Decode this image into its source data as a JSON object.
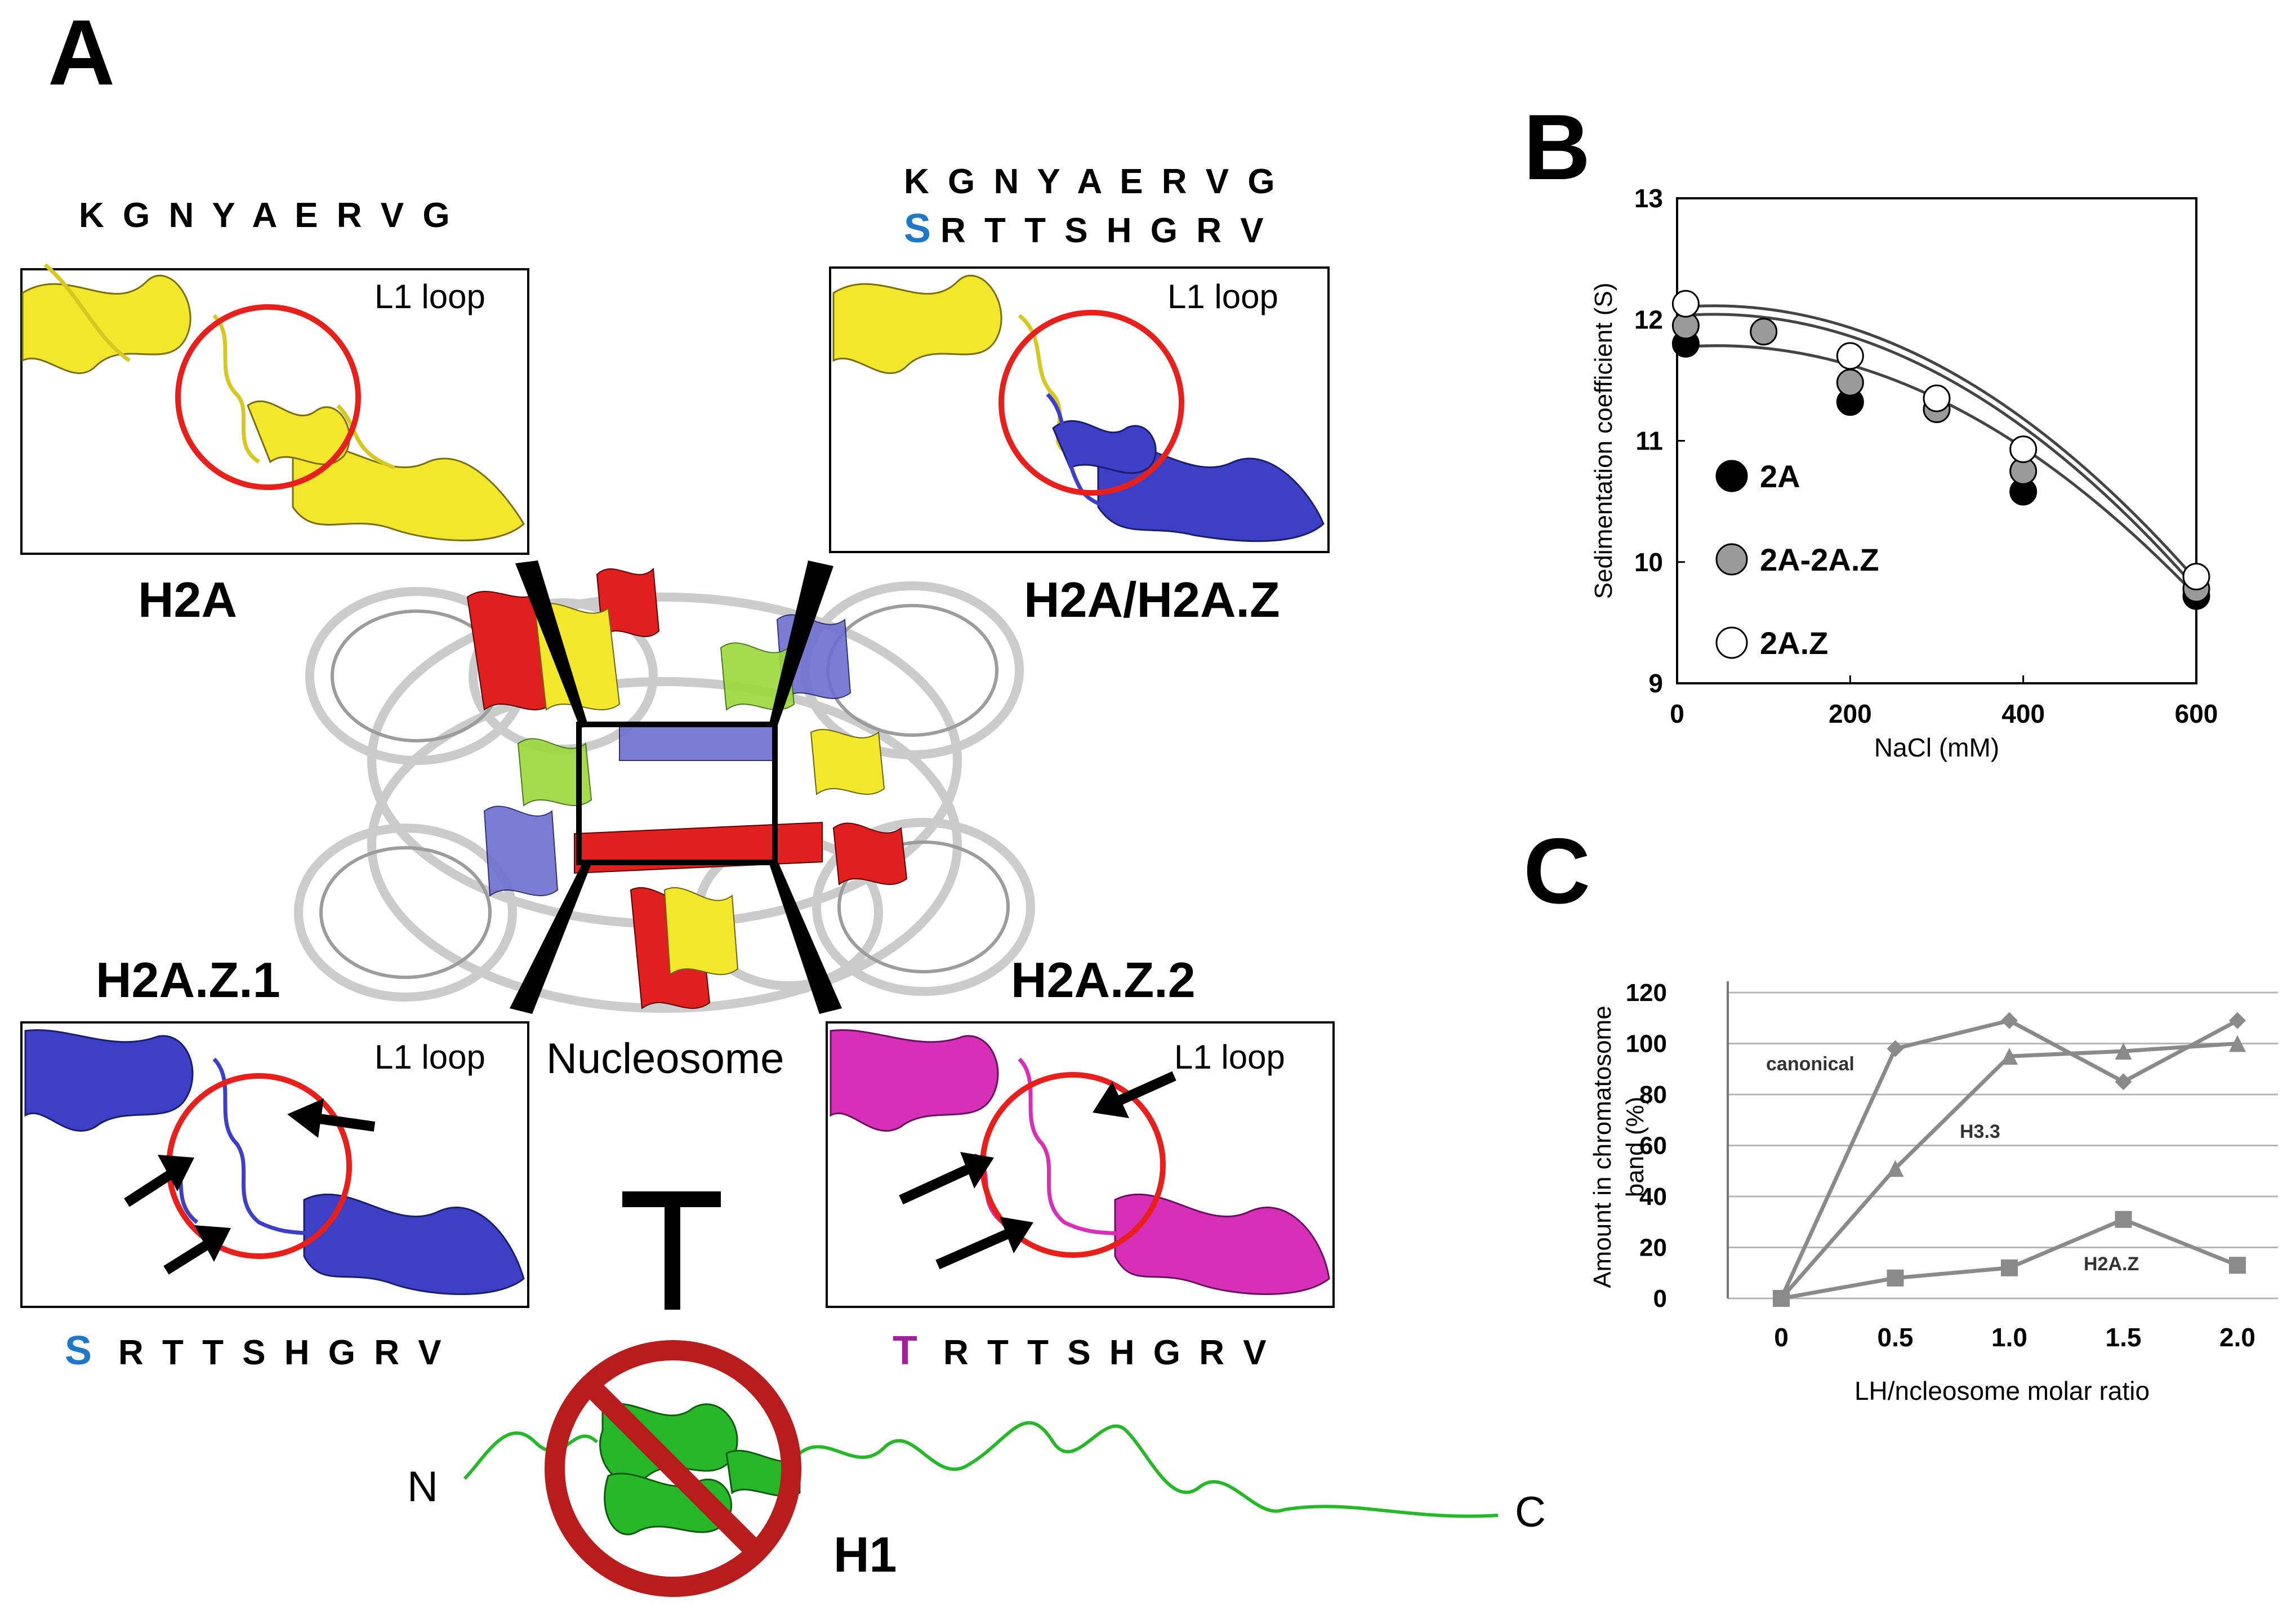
{
  "panel_a": {
    "letter": "A",
    "top_left": {
      "sequence": "K G N Y A E R V G",
      "loop_label": "L1 loop",
      "name": "H2A"
    },
    "top_right": {
      "sequence_1": "K G N Y A E R V G",
      "seq2_first": "S",
      "seq2_rest": "R T T S H G R V",
      "loop_label": "L1 loop",
      "name": "H2A/H2A.Z"
    },
    "bottom_left": {
      "name": "H2A.Z.1",
      "loop_label": "L1 loop",
      "seq_first": "S",
      "seq_rest": "R T T S H G R V"
    },
    "bottom_right": {
      "name": "H2A.Z.2",
      "loop_label": "L1 loop",
      "seq_first": "T",
      "seq_rest": "R T T S H G R V"
    },
    "center_label": "Nucleosome",
    "h1": {
      "name": "H1",
      "n_label": "N",
      "c_label": "C"
    },
    "colors": {
      "h2a": "#f2e72a",
      "h2az1": "#3d3fc6",
      "h2az2": "#d82fb8",
      "h1": "#27b82a",
      "circle": "#e8201b",
      "no_sign": "#b81c1c",
      "seq_s": "#1f77c8",
      "seq_t": "#a0209c"
    }
  },
  "panel_b": {
    "letter": "B"
  },
  "panel_c": {
    "letter": "C"
  },
  "chart_data": [
    {
      "type": "scatter",
      "panel": "B",
      "xlabel": "NaCl (mM)",
      "ylabel": "Sedimentation coefficient (S)",
      "xlim": [
        0,
        600
      ],
      "ylim": [
        9,
        13
      ],
      "x_ticks": [
        "0",
        "200",
        "400",
        "600"
      ],
      "y_ticks": [
        "9",
        "10",
        "11",
        "12",
        "13"
      ],
      "grid": false,
      "legend_position": "left-middle",
      "series": [
        {
          "name": "2A",
          "color": "#000000",
          "x": [
            10,
            200,
            400,
            600
          ],
          "y": [
            11.8,
            11.32,
            10.58,
            9.72
          ]
        },
        {
          "name": "2A-2A.Z",
          "color": "#9a9a9a",
          "x": [
            10,
            100,
            200,
            300,
            400,
            600
          ],
          "y": [
            11.95,
            11.9,
            11.48,
            11.26,
            10.75,
            9.78
          ]
        },
        {
          "name": "2A.Z",
          "color": "#ffffff",
          "x": [
            10,
            200,
            300,
            400,
            600
          ],
          "y": [
            12.13,
            11.7,
            11.35,
            10.93,
            9.88
          ]
        }
      ],
      "fit_lines": [
        {
          "x": [
            0,
            600
          ],
          "y": [
            11.77,
            9.72
          ]
        },
        {
          "x": [
            0,
            600
          ],
          "y": [
            12.03,
            9.78
          ]
        },
        {
          "x": [
            0,
            600
          ],
          "y": [
            12.1,
            9.85
          ]
        }
      ]
    },
    {
      "type": "line",
      "panel": "C",
      "xlabel": "LH/ncleosome molar ratio",
      "ylabel": "Amount in chromatosome band (%)",
      "categories": [
        "0",
        "0.5",
        "1.0",
        "1.5",
        "2.0"
      ],
      "ylim": [
        0,
        120
      ],
      "y_ticks": [
        "0",
        "20",
        "40",
        "60",
        "80",
        "100",
        "120"
      ],
      "grid": true,
      "series": [
        {
          "name": "canonical",
          "marker": "diamond",
          "color": "#8a8a8a",
          "values": [
            0,
            98,
            109,
            85,
            109
          ]
        },
        {
          "name": "H3.3",
          "marker": "triangle",
          "color": "#8a8a8a",
          "values": [
            0,
            51,
            95,
            97,
            100
          ]
        },
        {
          "name": "H2A.Z",
          "marker": "square",
          "color": "#8a8a8a",
          "values": [
            0,
            8,
            12,
            31,
            13
          ]
        }
      ]
    }
  ]
}
